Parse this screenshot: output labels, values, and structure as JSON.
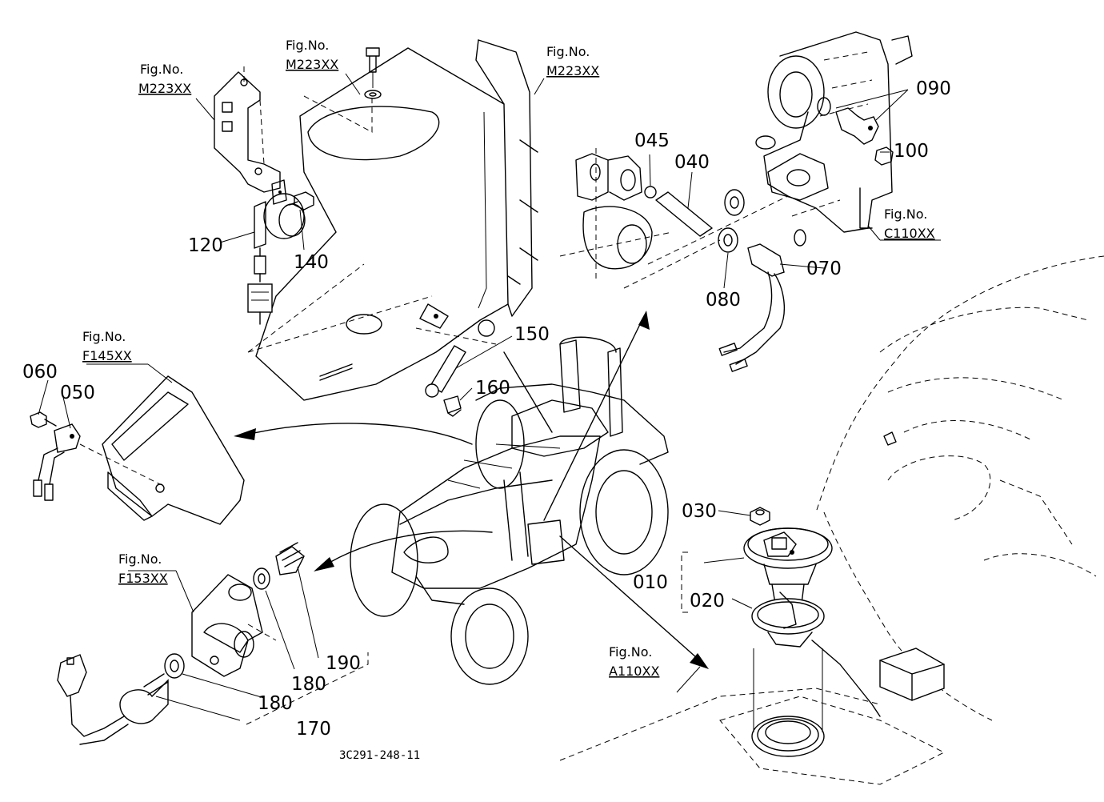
{
  "diagram_code": "3C291-248-11",
  "fig_refs": {
    "fig_prefix": "Fig.No.",
    "m223_left": "M223XX",
    "m223_mid": "M223XX",
    "m223_right": "M223XX",
    "c110": "C110XX",
    "f145": "F145XX",
    "f153": "F153XX",
    "a110": "A110XX"
  },
  "parts": {
    "p010": "010",
    "p020": "020",
    "p030": "030",
    "p040": "040",
    "p045": "045",
    "p050": "050",
    "p060": "060",
    "p070": "070",
    "p080": "080",
    "p090": "090",
    "p100": "100",
    "p120": "120",
    "p140": "140",
    "p150": "150",
    "p160": "160",
    "p170": "170",
    "p180a": "180",
    "p180b": "180",
    "p190": "190"
  }
}
